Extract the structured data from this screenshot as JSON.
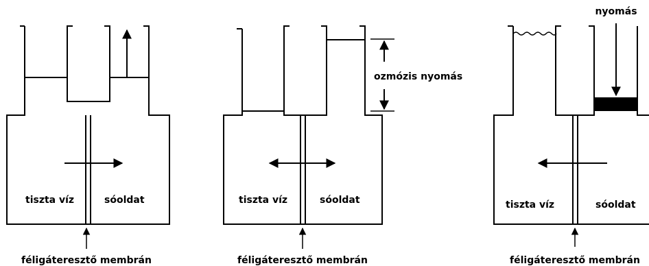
{
  "panels": [
    {
      "left_label": "tiszta víz",
      "right_label": "sóoldat",
      "caption": "féligáteresztő membrán"
    },
    {
      "left_label": "tiszta víz",
      "right_label": "sóoldat",
      "caption": "féligáteresztő membrán",
      "annotation": "ozmózis nyomás"
    },
    {
      "left_label": "tiszta víz",
      "right_label": "sóoldat",
      "caption": "féligáteresztő membrán",
      "annotation": "nyomás"
    }
  ]
}
